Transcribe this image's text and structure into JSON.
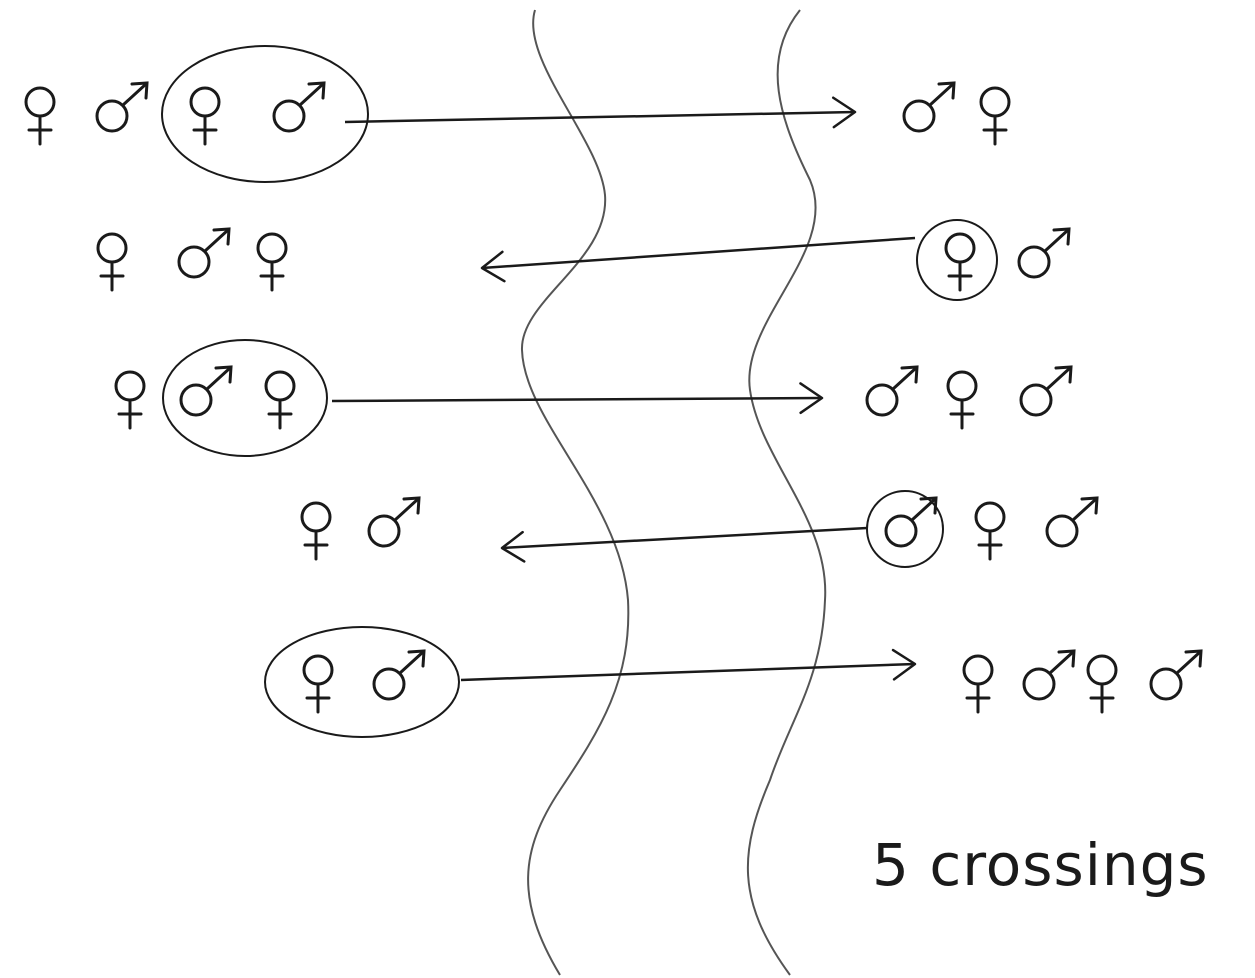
{
  "caption": "5 crossings",
  "colors": {
    "ink": "#1a1a1a",
    "river": "#555555"
  },
  "icons": {
    "female": "female-symbol-icon",
    "male": "male-symbol-icon"
  },
  "crossings": [
    {
      "step": 1,
      "direction": "right",
      "left_bank": [
        "female",
        "male"
      ],
      "boat": [
        "female",
        "male"
      ],
      "right_bank": [
        "male",
        "female"
      ]
    },
    {
      "step": 2,
      "direction": "left",
      "left_bank": [
        "female",
        "male",
        "female"
      ],
      "boat": [
        "female"
      ],
      "right_bank": [
        "male"
      ]
    },
    {
      "step": 3,
      "direction": "right",
      "left_bank": [
        "female"
      ],
      "boat": [
        "male",
        "female"
      ],
      "right_bank": [
        "male",
        "female",
        "male"
      ]
    },
    {
      "step": 4,
      "direction": "left",
      "left_bank": [
        "female",
        "male"
      ],
      "boat": [
        "male"
      ],
      "right_bank": [
        "female",
        "male"
      ]
    },
    {
      "step": 5,
      "direction": "right",
      "left_bank": [],
      "boat": [
        "female",
        "male"
      ],
      "right_bank": [
        "female",
        "male",
        "female",
        "male"
      ]
    }
  ]
}
